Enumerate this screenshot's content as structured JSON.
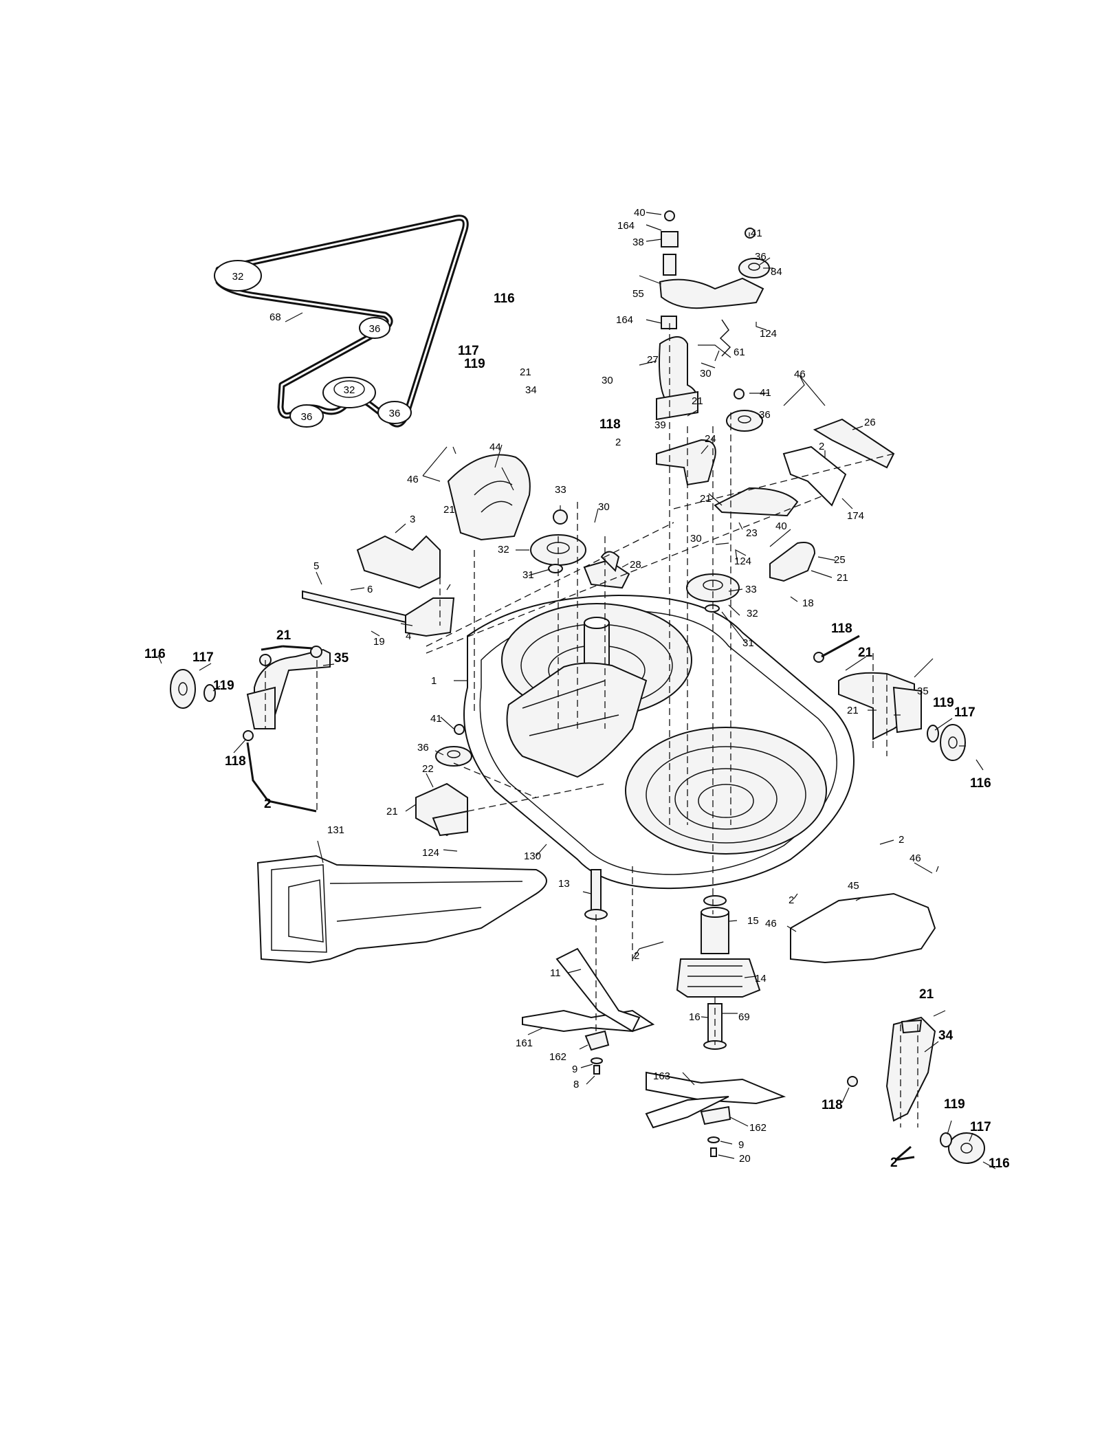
{
  "callouts": {
    "c1": "1",
    "c2": "2",
    "c3": "3",
    "c4": "4",
    "c5": "5",
    "c6": "6",
    "c8": "8",
    "c9": "9",
    "c11": "11",
    "c13": "13",
    "c14": "14",
    "c15": "15",
    "c16": "16",
    "c18": "18",
    "c19": "19",
    "c20": "20",
    "c21": "21",
    "c22": "22",
    "c23": "23",
    "c24": "24",
    "c25": "25",
    "c26": "26",
    "c27": "27",
    "c28": "28",
    "c30": "30",
    "c31": "31",
    "c32": "32",
    "c33": "33",
    "c34": "34",
    "c35": "35",
    "c36": "36",
    "c38": "38",
    "c39": "39",
    "c40": "40",
    "c41": "41",
    "c44": "44",
    "c45": "45",
    "c46": "46",
    "c55": "55",
    "c61": "61",
    "c68": "68",
    "c69": "69",
    "c84": "84",
    "c116": "116",
    "c117": "117",
    "c118": "118",
    "c119": "119",
    "c124": "124",
    "c130": "130",
    "c131": "131",
    "c161": "161",
    "c162": "162",
    "c163": "163",
    "c164": "164",
    "c174": "174"
  },
  "belt_pulley_labels": [
    "32",
    "36",
    "32",
    "36",
    "36"
  ]
}
